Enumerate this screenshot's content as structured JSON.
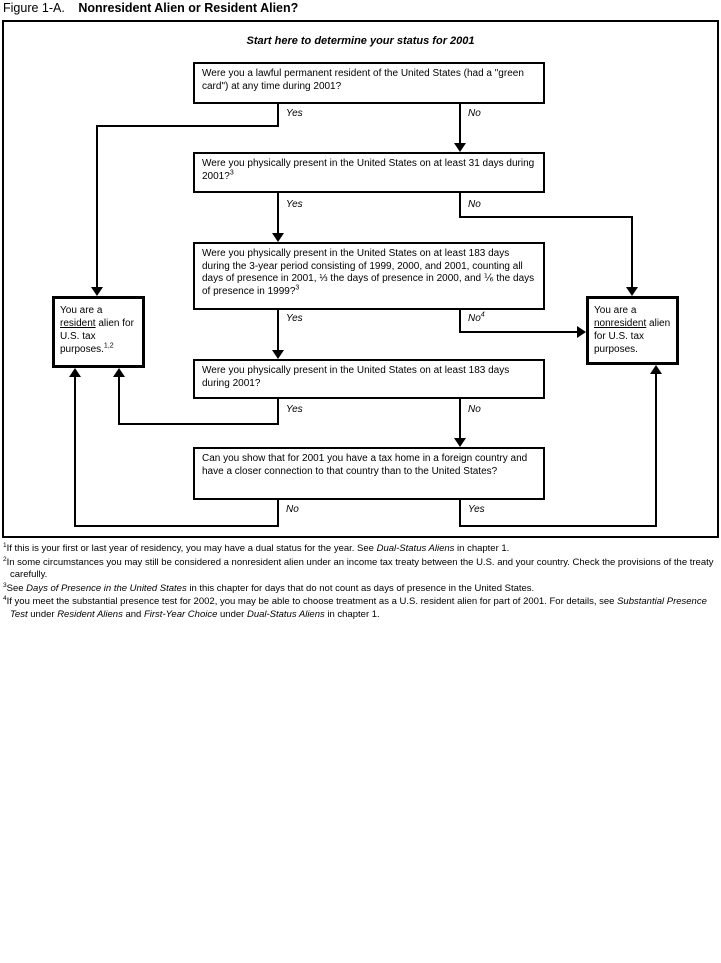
{
  "figure": {
    "label": "Figure 1-A.",
    "title": "Nonresident Alien or Resident Alien?"
  },
  "start_text": "Start here to determine your status for 2001",
  "colors": {
    "ink": "#000000",
    "background": "#ffffff"
  },
  "questions": [
    {
      "text": "Were you a lawful permanent resident of the United States (had a \"green card\") at any time during 2001?",
      "sup": "",
      "left_label": "Yes",
      "right_label": "No",
      "right_label_sup": ""
    },
    {
      "text": "Were you physically present in the United States on at least 31 days during 2001?",
      "sup": "3",
      "left_label": "Yes",
      "right_label": "No",
      "right_label_sup": ""
    },
    {
      "text": "Were you physically present in the United States on at least 183 days during the 3-year period consisting of 1999, 2000, and 2001, counting all days of presence in 2001, ⅓ the days of presence in 2000, and ⅙ the days of presence in 1999?",
      "sup": "3",
      "left_label": "Yes",
      "right_label": "No",
      "right_label_sup": "4"
    },
    {
      "text": "Were you physically present in the United States on at least 183 days during 2001?",
      "sup": "",
      "left_label": "Yes",
      "right_label": "No",
      "right_label_sup": ""
    },
    {
      "text": "Can you show that for 2001 you have a tax home in a foreign country and have a closer connection to that country than to the United States?",
      "sup": "",
      "left_label": "No",
      "right_label": "Yes",
      "right_label_sup": ""
    }
  ],
  "results": {
    "resident": {
      "pre": "You are a ",
      "underlined": "resident",
      "post": " alien for U.S. tax purposes.",
      "sup": "1,2"
    },
    "nonresident": {
      "pre": "You are a ",
      "underlined": "nonresident",
      "post": " alien for U.S. tax purposes.",
      "sup": ""
    }
  },
  "footnotes": [
    {
      "num": "1",
      "parts": {
        "a": "If this is your first or last year of residency, you may have a dual status for the year. See ",
        "b": "Dual-Status Aliens",
        "c": " in chapter 1."
      }
    },
    {
      "num": "2",
      "parts": {
        "a": "In some circumstances you may still be considered a nonresident alien under an income tax treaty between the U.S. and your country. Check the provisions of the treaty carefully.",
        "b": "",
        "c": ""
      }
    },
    {
      "num": "3",
      "parts": {
        "a": "See ",
        "b": "Days of Presence in the United States",
        "c": " in this chapter for days that do not count as days of presence in the United States."
      }
    },
    {
      "num": "4",
      "parts": {
        "a": "If you meet the substantial presence test for 2002, you may be able to choose treatment as a U.S. resident alien for part of 2001. For details, see ",
        "b": "Substantial Presence Test",
        "c": " under ",
        "d": "Resident Aliens",
        "e": " and ",
        "f": "First-Year Choice",
        "g": " under ",
        "h": "Dual-Status Aliens",
        "i": " in chapter 1."
      }
    }
  ]
}
